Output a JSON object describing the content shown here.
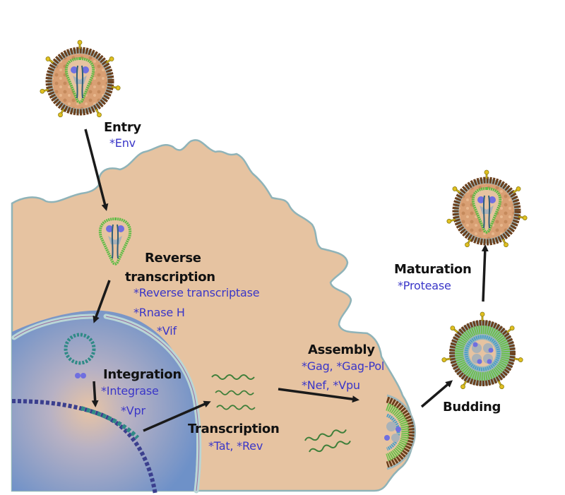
{
  "diagram": {
    "subject": "HIV replication cycle",
    "colors": {
      "cytoplasm": "#e6c3a1",
      "membrane": "#8fb3b8",
      "nucleus_edge": "#6e91c8",
      "nucleus_center": "#e8c4a4",
      "stage_text": "#111111",
      "enzyme_text": "#3a36c8",
      "capsid_green": "#6cc04a",
      "matrix_brown": "#7a4a22",
      "envelope_spike": "#e0c020",
      "arrow": "#1a1a1a"
    },
    "stages": [
      {
        "id": "entry",
        "title": "Entry",
        "enzymes": [
          "*Env"
        ]
      },
      {
        "id": "reverse-transcription",
        "title_lines": [
          "Reverse",
          "transcription"
        ],
        "enzymes": [
          "*Reverse transcriptase",
          "*Rnase H",
          "*Vif"
        ]
      },
      {
        "id": "integration",
        "title": "Integration",
        "enzymes": [
          "*Integrase",
          "*Vpr"
        ]
      },
      {
        "id": "transcription",
        "title": "Transcription",
        "enzymes": [
          "*Tat, *Rev"
        ]
      },
      {
        "id": "assembly",
        "title": "Assembly",
        "enzymes": [
          "*Gag, *Gag-Pol",
          "*Nef, *Vpu"
        ]
      },
      {
        "id": "budding",
        "title": "Budding",
        "enzymes": []
      },
      {
        "id": "maturation",
        "title": "Maturation",
        "enzymes": [
          "*Protease"
        ]
      }
    ],
    "components": [
      "mature-virion-entering",
      "host-cell-cytoplasm",
      "nucleus",
      "viral-capsid-in-cytoplasm",
      "circular-viral-dna",
      "host-chromosomal-dna",
      "viral-rna-transcripts",
      "budding-virion",
      "immature-virion",
      "mature-virion-released"
    ]
  }
}
